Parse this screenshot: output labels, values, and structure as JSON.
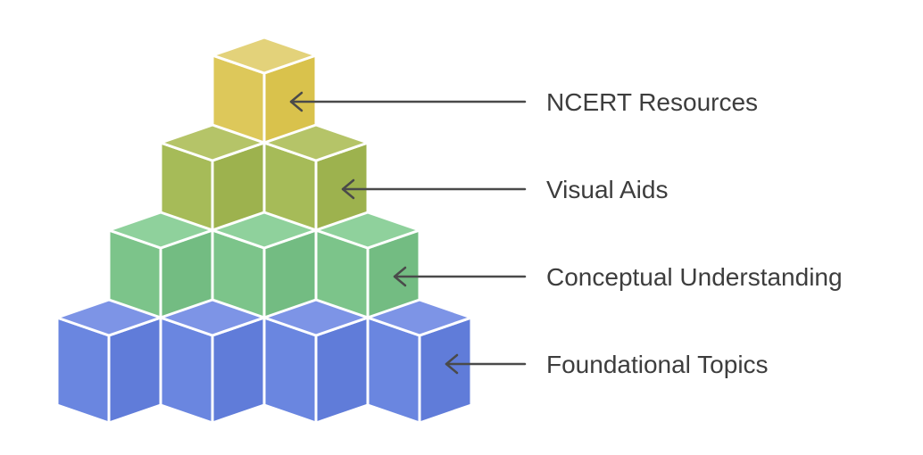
{
  "layers": [
    {
      "label": "NCERT Resources",
      "cubes": 1,
      "colors": {
        "top": "#e3d27a",
        "left": "#ddc85a",
        "right": "#d9c24c"
      }
    },
    {
      "label": "Visual Aids",
      "cubes": 2,
      "colors": {
        "top": "#b5c468",
        "left": "#a6bb58",
        "right": "#9db24e"
      }
    },
    {
      "label": "Conceptual Understanding",
      "cubes": 3,
      "colors": {
        "top": "#8fd19c",
        "left": "#7cc48a",
        "right": "#73bc82"
      }
    },
    {
      "label": "Foundational Topics",
      "cubes": 4,
      "colors": {
        "top": "#7d94e6",
        "left": "#6a86e0",
        "right": "#607cd9"
      }
    }
  ],
  "colors": {
    "background": "#ffffff",
    "text": "#3d3d3d",
    "arrow": "#4a4a4a",
    "edge": "#ffffff"
  }
}
